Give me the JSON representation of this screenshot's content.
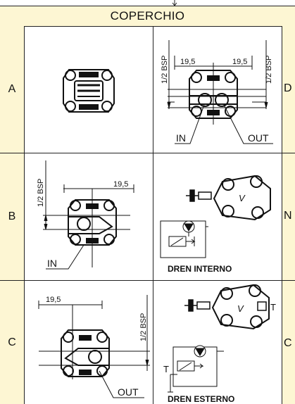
{
  "header": {
    "title": "COPERCHIO"
  },
  "rows": [
    {
      "label": "A",
      "right_label": "D"
    },
    {
      "label": "B",
      "right_label": "N"
    },
    {
      "label": "C",
      "right_label": "C"
    }
  ],
  "dims": {
    "bsp": "1/2 BSP",
    "d195": "19,5",
    "in_label": "IN",
    "out_label": "OUT",
    "valve_v": "V",
    "t_label": "T"
  },
  "captions": {
    "dren_interno": "DREN INTERNO",
    "dren_esterno": "DREN ESTERNO"
  },
  "colors": {
    "label_bg": "#fdf6d3",
    "line": "#222222"
  }
}
